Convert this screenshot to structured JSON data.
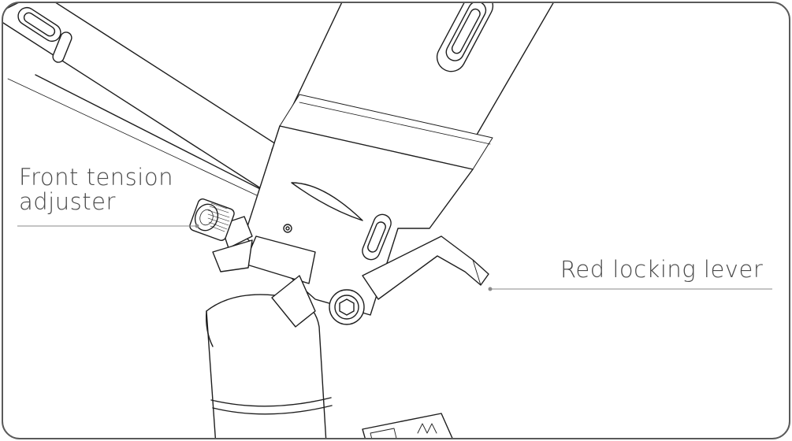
{
  "callouts": {
    "front_tension_adjuster": {
      "line1": "Front tension",
      "line2": "adjuster"
    },
    "red_locking_lever": {
      "text": "Red locking lever"
    }
  },
  "colors": {
    "line": "#1e1e1e",
    "leader": "#8a8a8a",
    "text": "#4a4a4a",
    "background": "#ffffff"
  }
}
